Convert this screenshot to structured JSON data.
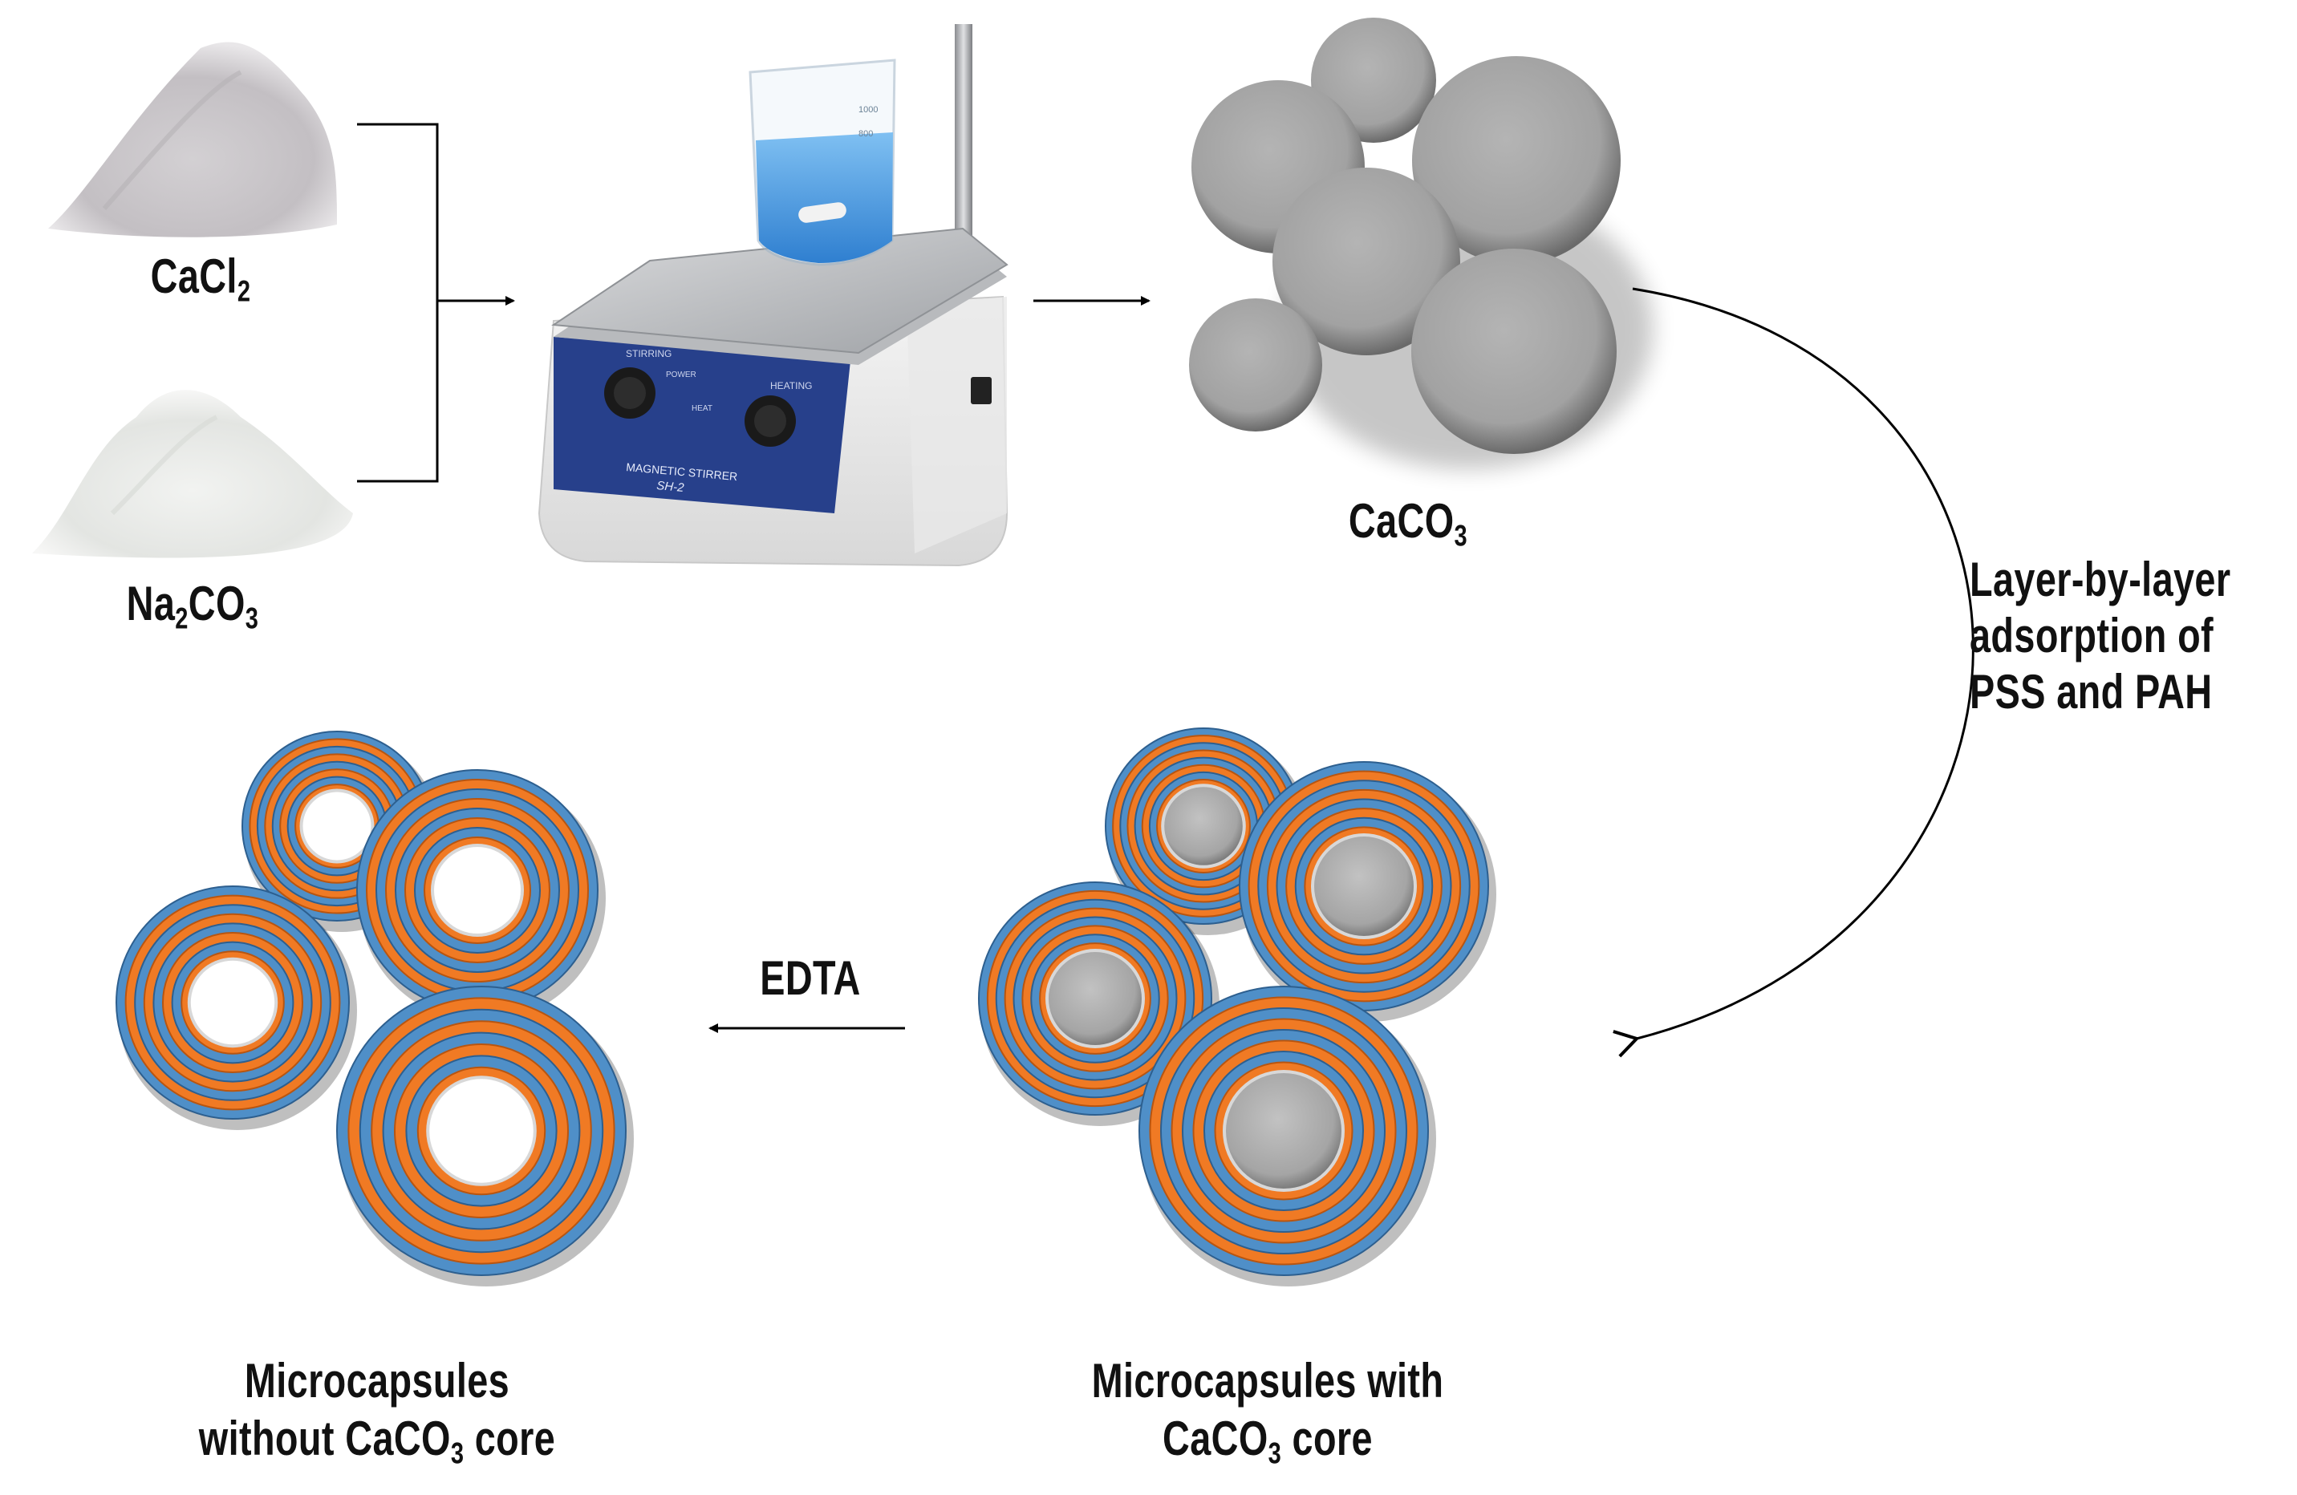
{
  "colors": {
    "shell_blue": "#4f8fc8",
    "shell_orange": "#f07a24",
    "core_gray": "#a9a9a9",
    "particle_gray": "#9d9d9d",
    "stirrer_panel_blue": "#27408b",
    "beaker_liquid": "#5aa6e6"
  },
  "icons": {
    "cacl2_powder": "gray-powder-pile-icon",
    "na2co3_powder": "white-powder-pile-icon",
    "stirrer": "magnetic-stirrer-icon",
    "particles": "caco3-particle-cluster-icon",
    "capsules_core": "layered-capsule-with-core-icon",
    "capsules_hollow": "layered-hollow-capsule-icon"
  },
  "labels": {
    "cacl2": {
      "main": "CaCl",
      "sub": "2"
    },
    "na2co3": {
      "a": "Na",
      "sub1": "2",
      "b": "CO",
      "sub2": "3"
    },
    "caco3": {
      "main": "CaCO",
      "sub": "3"
    },
    "lbl_step": [
      "Layer-by-layer",
      "adsorption of",
      "PSS and PAH"
    ],
    "edta": "EDTA",
    "with_core": {
      "line1": "Microcapsules with",
      "line2a": "CaCO",
      "sub": "3",
      "line2b": " core"
    },
    "without_core": {
      "line1": "Microcapsules",
      "line2a": "without CaCO",
      "sub": "3",
      "line2b": " core"
    }
  },
  "stirrer": {
    "brand": "MAGNETIC STIRRER",
    "model": "SH-2",
    "knob_left": "STIRRING",
    "knob_right": "HEATING",
    "power": "POWER",
    "heat": "HEAT",
    "beaker_marks": [
      "1000",
      "800"
    ]
  }
}
